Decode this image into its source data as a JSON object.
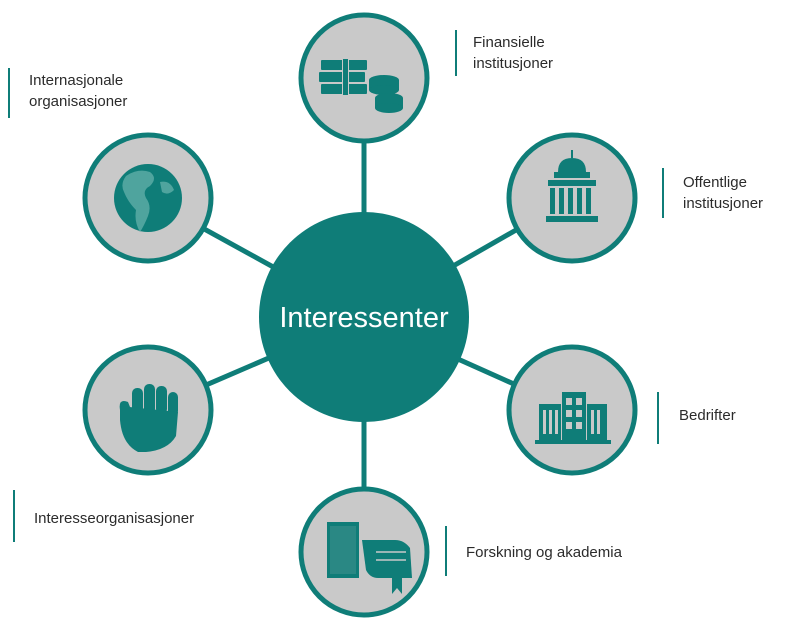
{
  "diagram": {
    "center_label": "Interessenter",
    "nodes": [
      {
        "id": "finansielle",
        "label_lines": [
          "Finansielle",
          "institusjoner"
        ],
        "icon": "money-stack-icon"
      },
      {
        "id": "offentlige",
        "label_lines": [
          "Offentlige",
          "institusjoner"
        ],
        "icon": "government-building-icon"
      },
      {
        "id": "bedrifter",
        "label_lines": [
          "Bedrifter"
        ],
        "icon": "office-building-icon"
      },
      {
        "id": "forskning",
        "label_lines": [
          "Forskning og akademia"
        ],
        "icon": "books-icon"
      },
      {
        "id": "interesseorganisasjoner",
        "label_lines": [
          "Interesseorganisasjoner"
        ],
        "icon": "raised-fist-icon"
      },
      {
        "id": "internasjonale",
        "label_lines": [
          "Internasjonale",
          "organisasjoner"
        ],
        "icon": "globe-icon"
      }
    ]
  },
  "colors": {
    "primary_teal": "#0f7d78",
    "node_fill": "#c9c9c9",
    "text": "#2b2b2b",
    "background": "#ffffff"
  }
}
